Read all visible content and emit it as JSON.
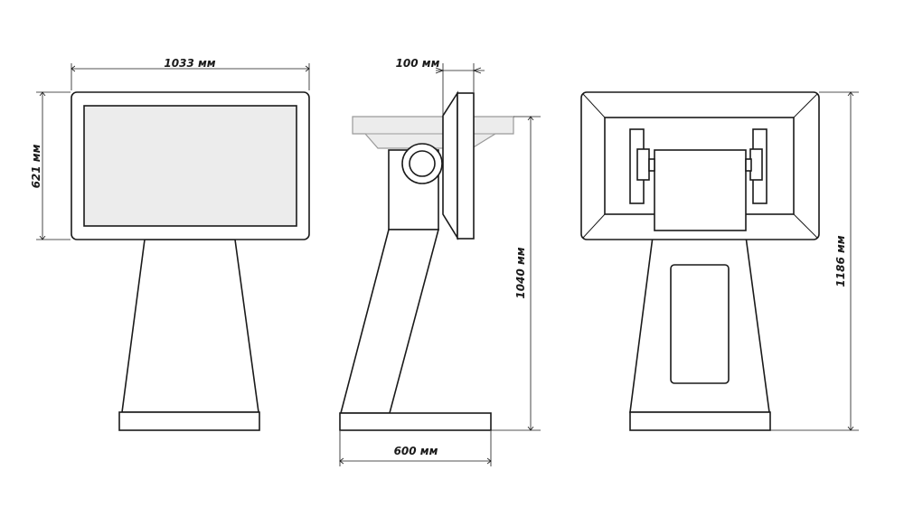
{
  "dimensions": {
    "front_width": "1033 мм",
    "front_screen_height": "621 мм",
    "side_screen_depth": "100 мм",
    "side_height": "1040 мм",
    "side_base_depth": "600 мм",
    "back_total_height": "1186 мм"
  },
  "colors": {
    "line": "#1a1a1a",
    "screen_fill": "#ececec",
    "ghost_stroke": "#9a9a9a",
    "background": "#ffffff"
  }
}
